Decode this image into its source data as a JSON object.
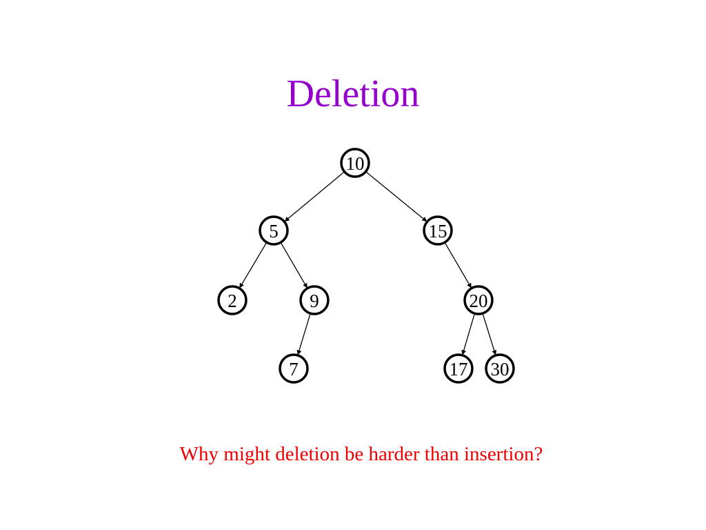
{
  "slide": {
    "title": "Deletion",
    "question": "Why might deletion be harder than insertion?"
  },
  "colors": {
    "title": "#9400cc",
    "question": "#ee0000",
    "node_stroke": "#000000",
    "edge": "#000000",
    "background": "#ffffff"
  },
  "tree": {
    "nodes": [
      {
        "id": "n10",
        "label": "10"
      },
      {
        "id": "n5",
        "label": "5"
      },
      {
        "id": "n15",
        "label": "15"
      },
      {
        "id": "n2",
        "label": "2"
      },
      {
        "id": "n9",
        "label": "9"
      },
      {
        "id": "n20",
        "label": "20"
      },
      {
        "id": "n7",
        "label": "7"
      },
      {
        "id": "n17",
        "label": "17"
      },
      {
        "id": "n30",
        "label": "30"
      }
    ],
    "edges": [
      {
        "from": "n10",
        "to": "n5"
      },
      {
        "from": "n10",
        "to": "n15"
      },
      {
        "from": "n5",
        "to": "n2"
      },
      {
        "from": "n5",
        "to": "n9"
      },
      {
        "from": "n15",
        "to": "n20"
      },
      {
        "from": "n9",
        "to": "n7"
      },
      {
        "from": "n20",
        "to": "n17"
      },
      {
        "from": "n20",
        "to": "n30"
      }
    ]
  }
}
